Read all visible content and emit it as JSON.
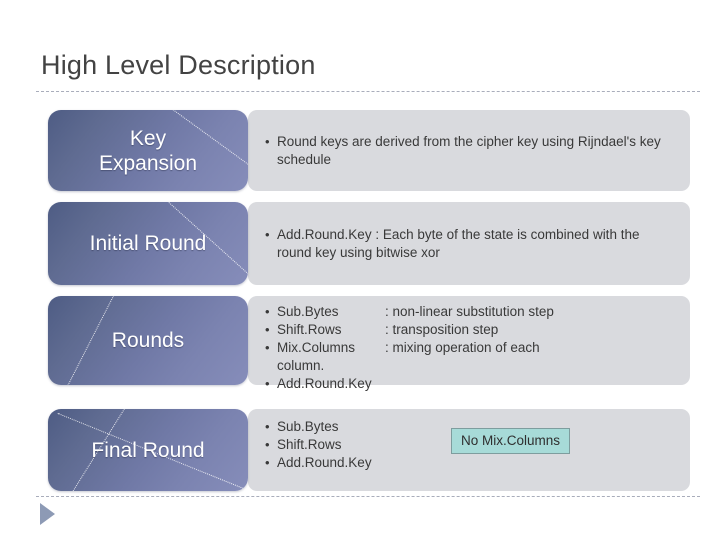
{
  "slide": {
    "title": "High Level Description",
    "accent_blue_dark": "#4e5c84",
    "accent_blue_light": "#868dba",
    "panel_gray": "#d9dade",
    "callout_fill": "#a7dbd8",
    "callout_border": "#7e9d9e",
    "rule_color": "#a9adbb",
    "triangle_color": "#8d9ab5"
  },
  "rows": [
    {
      "label": "Key\nExpansion",
      "layout": "flow",
      "bullets": [
        {
          "term": "",
          "desc": "Round keys are derived from the cipher key using Rijndael's key schedule"
        }
      ],
      "continuation": "",
      "callout": ""
    },
    {
      "label": "Initial Round",
      "layout": "flow",
      "bullets": [
        {
          "term": "",
          "desc": "Add.Round.Key  : Each byte of the state is combined with the round key using bitwise xor"
        }
      ],
      "continuation": "",
      "callout": ""
    },
    {
      "label": "Rounds",
      "layout": "cols",
      "bullets": [
        {
          "term": "Sub.Bytes",
          "desc": ": non-linear substitution step"
        },
        {
          "term": "Shift.Rows",
          "desc": ": transposition step"
        },
        {
          "term": "Mix.Columns",
          "desc": ": mixing operation of each"
        },
        {
          "term": "Add.Round.Key",
          "desc": ""
        }
      ],
      "continuation": "column.",
      "callout": ""
    },
    {
      "label": "Final Round",
      "layout": "list",
      "bullets": [
        {
          "term": "Sub.Bytes",
          "desc": ""
        },
        {
          "term": "Shift.Rows",
          "desc": ""
        },
        {
          "term": "Add.Round.Key",
          "desc": ""
        }
      ],
      "continuation": "",
      "callout": "No Mix.Columns"
    }
  ],
  "icons": {
    "play": "play-triangle-icon"
  }
}
